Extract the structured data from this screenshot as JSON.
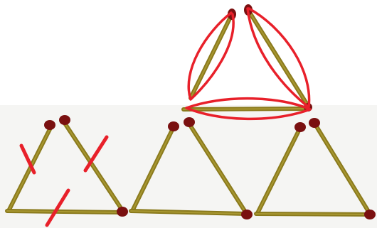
{
  "puzzle": {
    "kind": "matchstick-triangles",
    "matchstick_color": "#8a7a1c",
    "matchstick_highlight": "#b5a43a",
    "match_head_color": "#7a1010",
    "mark_color": "#e8202a",
    "removed_matches": 3,
    "moved_matches": 3
  }
}
